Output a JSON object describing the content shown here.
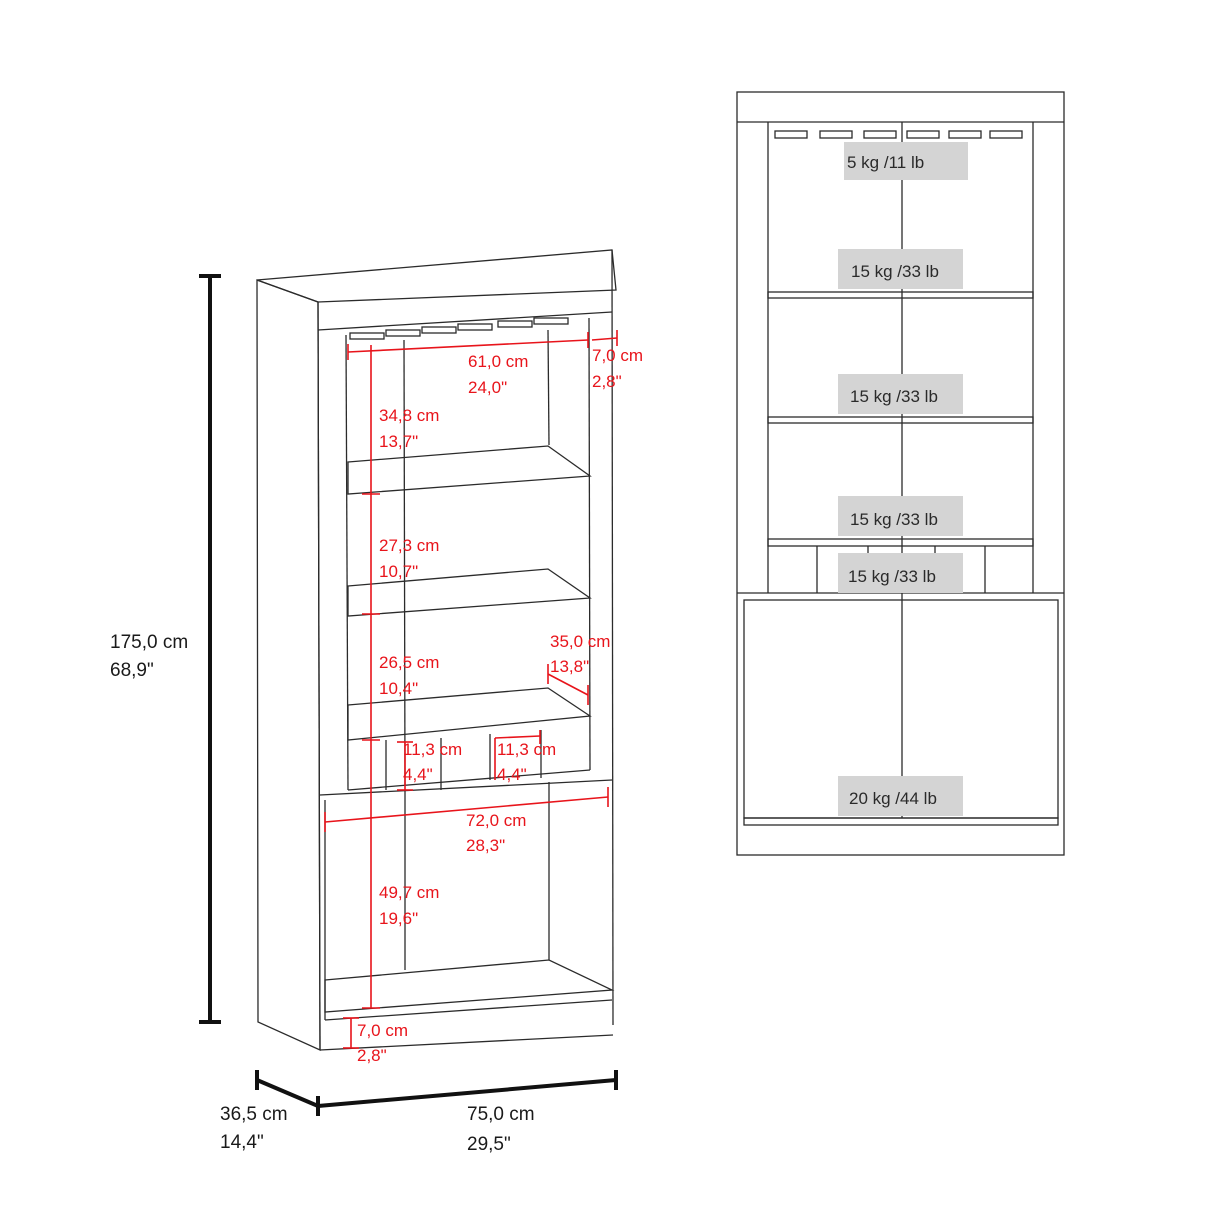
{
  "dimensions": {
    "height_total": {
      "cm": "175,0 cm",
      "in": "68,9\""
    },
    "depth": {
      "cm": "36,5 cm",
      "in": "14,4\""
    },
    "width": {
      "cm": "75,0 cm",
      "in": "29,5\""
    },
    "inner_width_top": {
      "cm": "61,0 cm",
      "in": "24,0\""
    },
    "side_panel": {
      "cm": "7,0 cm",
      "in": "2,8\""
    },
    "shelf_1": {
      "cm": "34,8 cm",
      "in": "13,7\""
    },
    "shelf_2": {
      "cm": "27,3 cm",
      "in": "10,7\""
    },
    "shelf_3": {
      "cm": "26,5 cm",
      "in": "10,4\""
    },
    "shelf_depth": {
      "cm": "35,0 cm",
      "in": "13,8\""
    },
    "cubby_left": {
      "cm": "11,3 cm",
      "in": "4,4\""
    },
    "cubby_right": {
      "cm": "11,3 cm",
      "in": "4,4\""
    },
    "lower_width": {
      "cm": "72,0 cm",
      "in": "28,3\""
    },
    "lower_height": {
      "cm": "49,7 cm",
      "in": "19,6\""
    },
    "base": {
      "cm": "7,0 cm",
      "in": "2,8\""
    }
  },
  "loads": {
    "glass_rack": "5 kg /11 lb",
    "shelf_top": "15 kg /33 lb",
    "shelf_mid": "15 kg /33 lb",
    "shelf_low": "15 kg /33 lb",
    "cubbies": "15 kg /33 lb",
    "cabinet": "20 kg /44 lb"
  },
  "colors": {
    "dimension_lines": "#e8141b",
    "outline": "#2b2b2b",
    "load_badge": "#d4d4d4"
  }
}
